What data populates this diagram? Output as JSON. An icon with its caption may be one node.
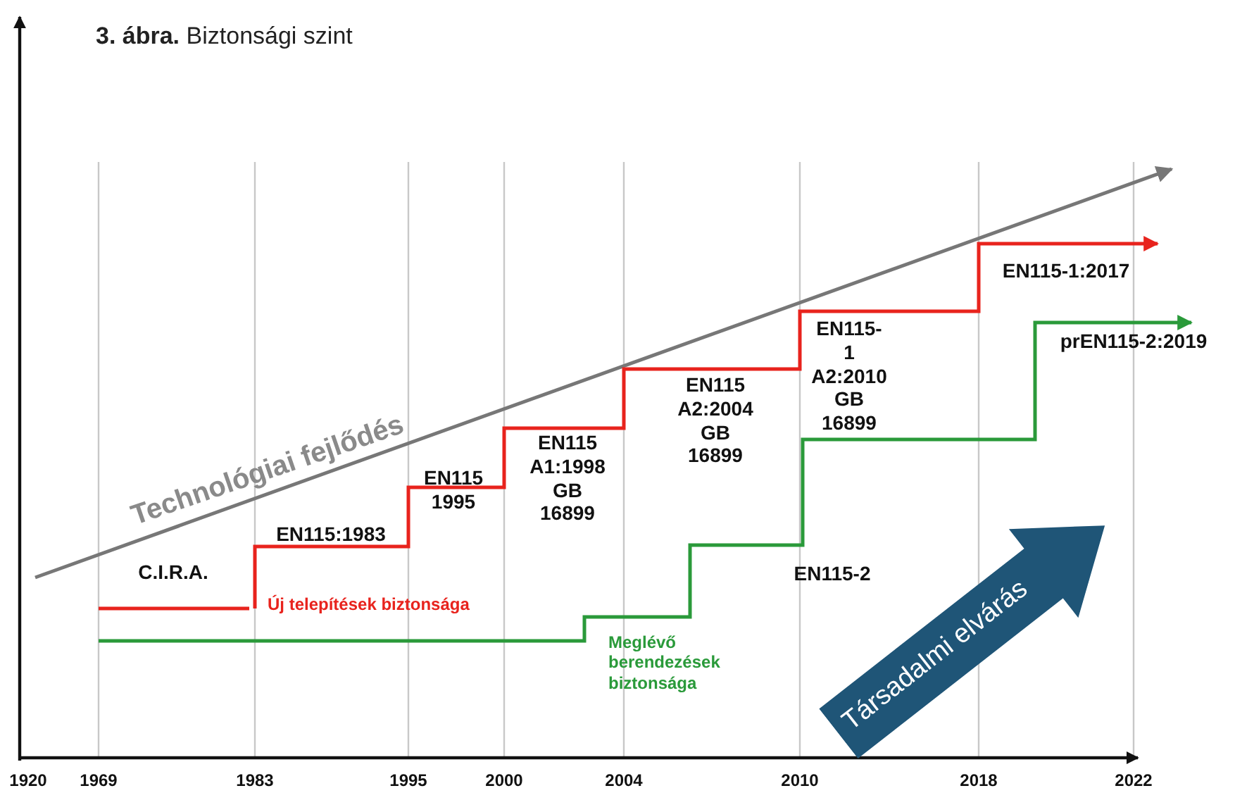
{
  "diagram": {
    "title": "**3. ábra.** Biztonsági szint",
    "nodes": [
      {
        "text": [
          "Társadalmi elvárás"
        ]
      }
    ],
    "labels": [
      "Technológiai fejlődés",
      "C.I.R.A.",
      "EN115:1983",
      "EN115 1995",
      "EN115 A1:1998 GB 16899",
      "EN115 A2:2004 GB 16899",
      "EN115-1 A2:2010 GB 16899",
      "EN115-1:2017",
      "prEN115-2:2019",
      "Új telepítések biztonsága",
      "EN115-2",
      "Meglévő berendezések biztonsága",
      "1920",
      "1969",
      "1983",
      "1995",
      "2000",
      "2004",
      "2010",
      "2018",
      "2022"
    ]
  }
}
